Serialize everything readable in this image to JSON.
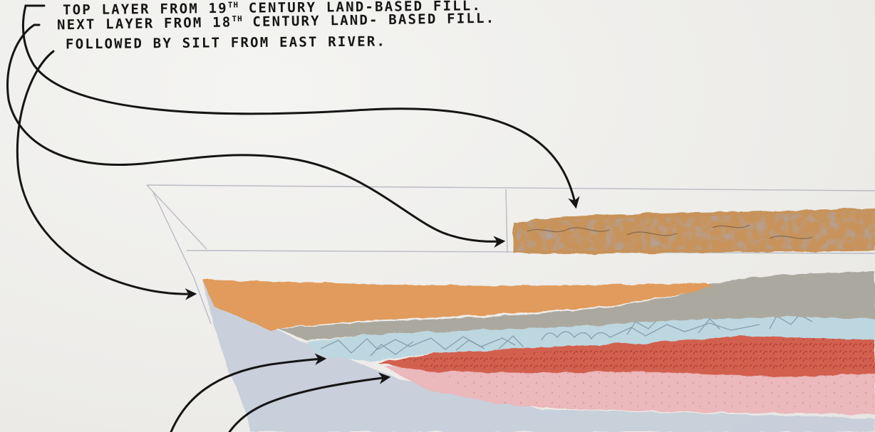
{
  "annotations": [
    {
      "prefix": "TOP LAYER FROM 19",
      "sup": "TH",
      "suffix": " CENTURY LAND-BASED FILL."
    },
    {
      "prefix": "NEXT LAYER FROM 18",
      "sup": "TH",
      "suffix": " CENTURY LAND- BASED FILL."
    },
    {
      "prefix": "FOLLOWED BY SILT FROM EAST RIVER.",
      "sup": "",
      "suffix": ""
    }
  ],
  "colors": {
    "paper": "#efefed",
    "ink": "#151515",
    "fill_19th_century": "#b58a5c",
    "fill_18th_century": "#e39a5c",
    "silt": "#a9a79e",
    "cracked_layer": "#bcd6e0",
    "red_layer": "#cf5a4a",
    "pink_layer": "#e9b3b6",
    "bedrock": "#c8d0dc",
    "outline": "#a8aab8"
  },
  "icons": [
    "arrow-19th-century-fill",
    "arrow-18th-century-fill",
    "arrow-silt",
    "arrow-lower-left-1",
    "arrow-lower-left-2"
  ]
}
